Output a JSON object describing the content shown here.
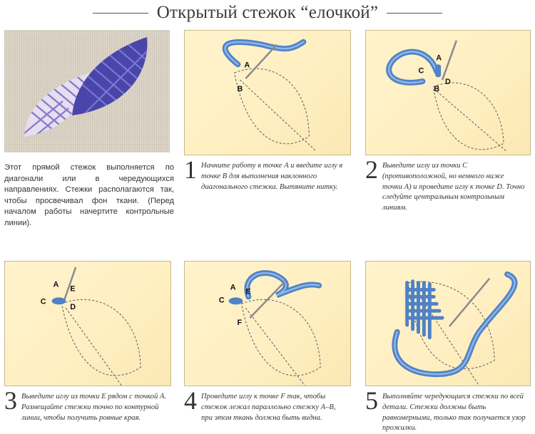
{
  "header": {
    "title": "Открытый стежок “елочкой”"
  },
  "intro": {
    "text": "Этот прямой стежок выполняется по диагонали или в чередующихся направлениях. Стежки располагаются так, чтобы просвечивал фон ткани. (Перед началом работы начертите контрольные линии)."
  },
  "steps": [
    {
      "number": "1",
      "text": "Начните работу в точке A и введите иглу в точке B для выполнения наклонного диагонального стежка. Вытяните нитку.",
      "labels": [
        "A",
        "B"
      ]
    },
    {
      "number": "2",
      "text": "Выведите иглу из точки C (противоположной, но немного ниже точки A) и проведите иглу к точке D. Точно следуйте центральным контрольным линиям.",
      "labels": [
        "C",
        "A",
        "B",
        "D"
      ]
    },
    {
      "number": "3",
      "text": "Выведите иглу из точки E рядом с точкой A. Размещайте стежки точно по контурной линии, чтобы получить ровные края.",
      "labels": [
        "A",
        "E",
        "C",
        "D"
      ]
    },
    {
      "number": "4",
      "text": "Проведите иглу к точке F так, чтобы стежок лежал параллельно стежку A–B, при этом ткань должна быть видна.",
      "labels": [
        "A",
        "E",
        "C",
        "F"
      ]
    },
    {
      "number": "5",
      "text": "Выполняйте чередующиеся стежки по всей детали. Стежки должны быть равномерными, только так получается узор прожилки."
    }
  ],
  "colors": {
    "thread": "#4f82c6",
    "thread_light": "#8fb7e6",
    "needle": "#8a8a8a",
    "panel_bg": "#fff1c6"
  }
}
